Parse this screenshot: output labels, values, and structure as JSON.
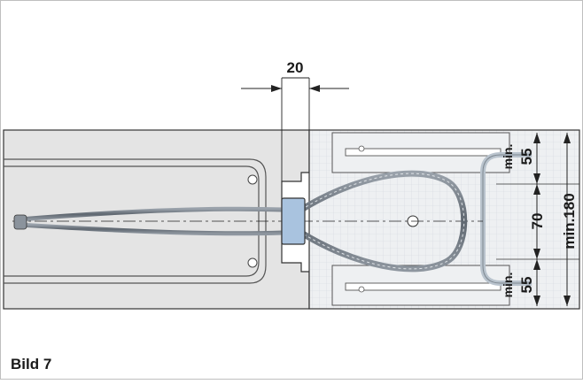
{
  "figure": {
    "caption": "Bild 7",
    "dimensions": {
      "gap": "20",
      "edge_top": "min.\n55",
      "edge_top_min": "min.",
      "edge_top_val": "55",
      "center": "70",
      "total": "min.180",
      "edge_bottom_min": "min.",
      "edge_bottom_val": "55"
    }
  },
  "colors": {
    "slab_fill": "#e4e4e4",
    "slab_stroke": "#333333",
    "grid_fill": "#eef0f2",
    "grid_line": "#c9cfd6",
    "cable": "#6f7780",
    "sleeve": "#a9c3df",
    "frame": "#c8d0d8"
  }
}
